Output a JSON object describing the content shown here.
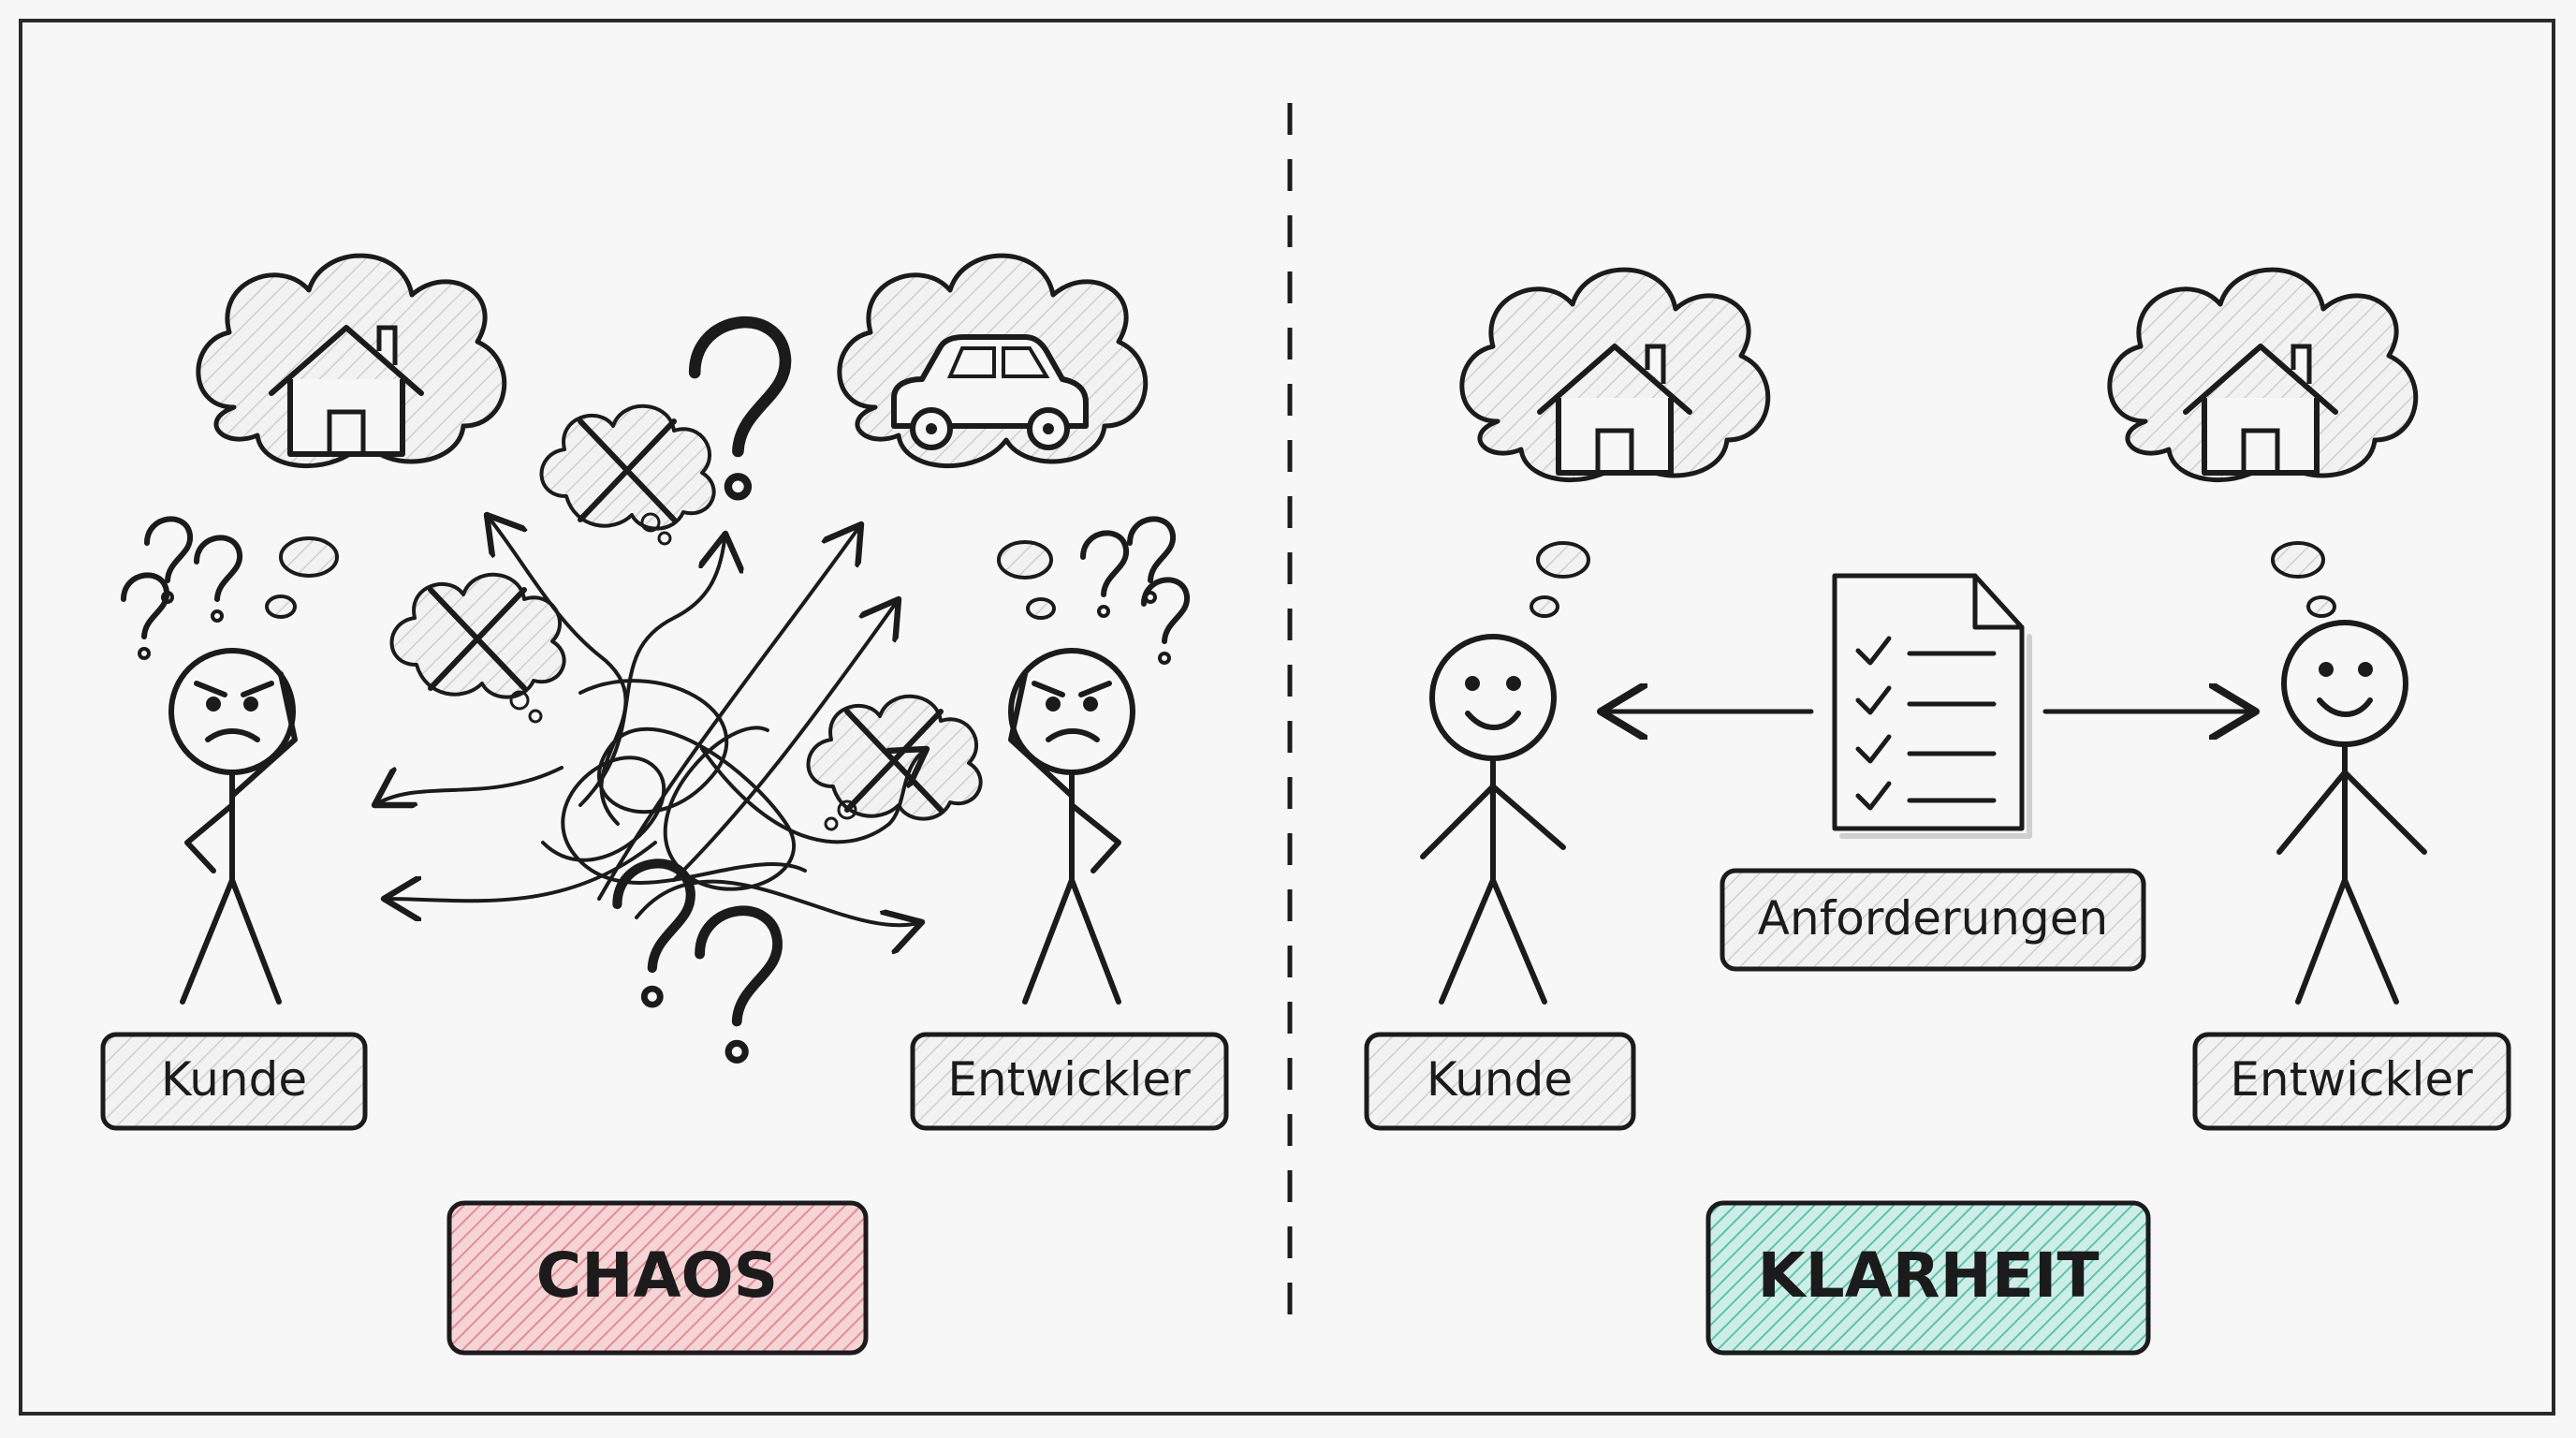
{
  "colors": {
    "ink": "#1b1b1b",
    "paper": "#f7f7f7",
    "shade": "#d9d9d9",
    "chaos": "#e79a9e",
    "clarity": "#6fcab8"
  },
  "left": {
    "customer_label": "Kunde",
    "developer_label": "Entwickler",
    "banner": "CHAOS",
    "customer_thought_icon": "house-icon",
    "developer_thought_icon": "car-icon",
    "question_mark": "?"
  },
  "right": {
    "customer_label": "Kunde",
    "developer_label": "Entwickler",
    "document_label": "Anforderungen",
    "banner": "KLARHEIT",
    "customer_thought_icon": "house-icon",
    "developer_thought_icon": "house-icon",
    "document_icon": "checklist-document-icon"
  }
}
